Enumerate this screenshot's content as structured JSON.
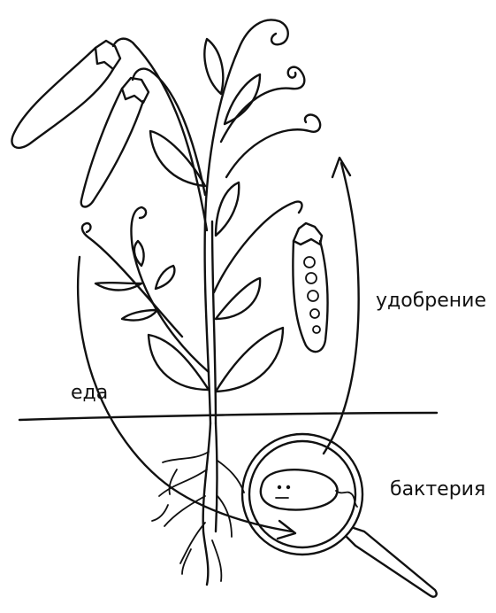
{
  "labels": {
    "food": "еда",
    "fertilizer": "удобрение",
    "bacteria": "бактерия"
  },
  "colors": {
    "ink": "#111111",
    "background": "#ffffff"
  }
}
